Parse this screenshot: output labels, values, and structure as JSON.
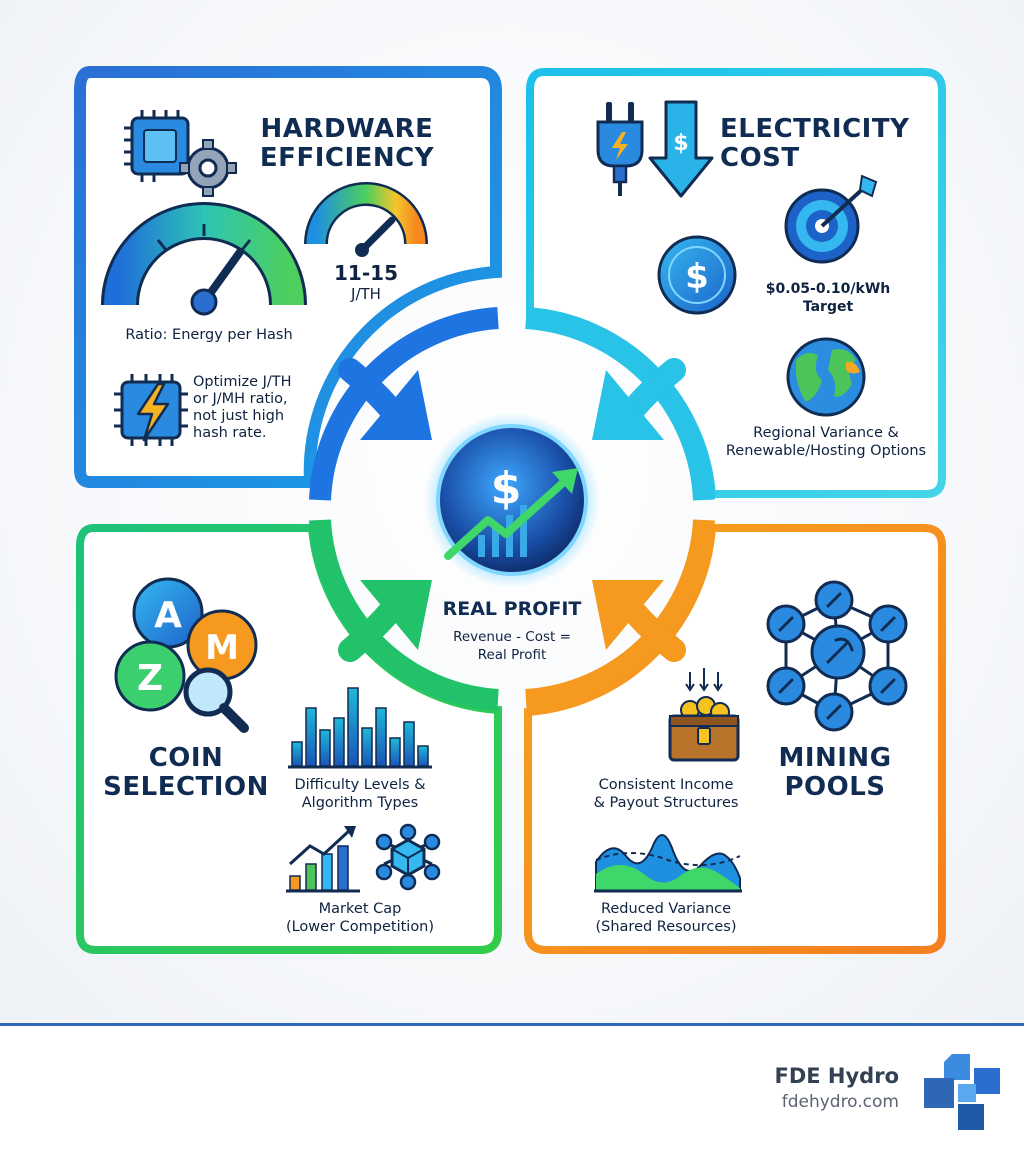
{
  "hardware": {
    "title_line1": "HARDWARE",
    "title_line2": "EFFICIENCY",
    "gauge_value": "11-15",
    "gauge_unit": "J/TH",
    "ratio_label": "Ratio: Energy per Hash",
    "tip_line1": "Optimize J/TH",
    "tip_line2": "or J/MH ratio,",
    "tip_line3": "not just high",
    "tip_line4": "hash rate.",
    "icons": [
      "chip-gear-icon",
      "gauge-icon",
      "small-gauge-icon",
      "chip-lightning-icon"
    ]
  },
  "electricity": {
    "title_line1": "ELECTRICITY",
    "title_line2": "COST",
    "rate_line1": "$0.05-0.10/kWh",
    "rate_line2": "Target",
    "regional_line1": "Regional Variance &",
    "regional_line2": "Renewable/Hosting Options",
    "icons": [
      "plug-icon",
      "dollar-down-arrow-icon",
      "dollar-coin-icon",
      "target-icon",
      "globe-icon"
    ]
  },
  "coin": {
    "title_line1": "COIN",
    "title_line2": "SELECTION",
    "difficulty_line1": "Difficulty Levels &",
    "difficulty_line2": "Algorithm Types",
    "market_line1": "Market Cap",
    "market_line2": "(Lower Competition)",
    "icons": [
      "coins-magnifier-icon",
      "bar-chart-icon",
      "growth-chart-icon",
      "blockchain-cube-icon"
    ]
  },
  "pools": {
    "title_line1": "MINING",
    "title_line2": "POOLS",
    "income_line1": "Consistent Income",
    "income_line2": "& Payout Structures",
    "variance_line1": "Reduced Variance",
    "variance_line2": "(Shared Resources)",
    "icons": [
      "pickaxe-network-icon",
      "treasure-chest-icon",
      "wave-chart-icon"
    ]
  },
  "center": {
    "title": "REAL PROFIT",
    "formula_line1": "Revenue - Cost =",
    "formula_line2": "Real Profit",
    "icon": "dollar-growth-icon"
  },
  "footer": {
    "brand": "FDE Hydro",
    "url": "fdehydro.com",
    "logo": "fde-hydro-logo"
  },
  "colors": {
    "hardware": "#1e74e0",
    "electricity": "#28c3e6",
    "coin": "#21c26a",
    "pools": "#f59a1f",
    "navy": "#102c52",
    "brand_blue": "#2e67b3"
  }
}
